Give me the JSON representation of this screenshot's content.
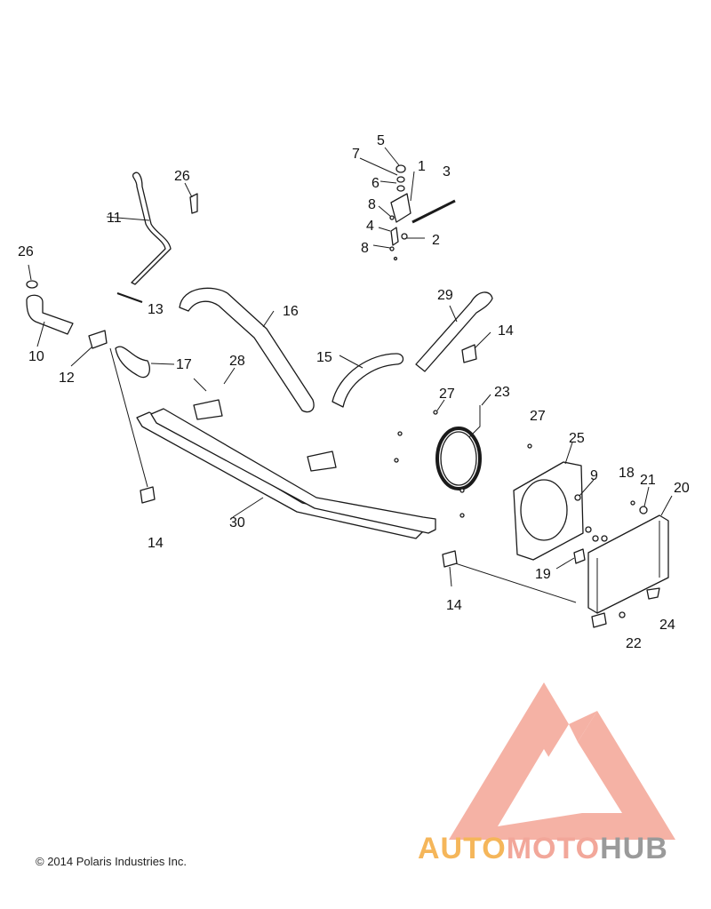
{
  "callouts": [
    {
      "label": "1"
    },
    {
      "label": "2"
    },
    {
      "label": "3"
    },
    {
      "label": "4"
    },
    {
      "label": "5"
    },
    {
      "label": "6"
    },
    {
      "label": "7"
    },
    {
      "label": "8"
    },
    {
      "label": "8"
    },
    {
      "label": "9"
    },
    {
      "label": "10"
    },
    {
      "label": "11"
    },
    {
      "label": "12"
    },
    {
      "label": "13"
    },
    {
      "label": "14"
    },
    {
      "label": "14"
    },
    {
      "label": "14"
    },
    {
      "label": "15"
    },
    {
      "label": "16"
    },
    {
      "label": "17"
    },
    {
      "label": "18"
    },
    {
      "label": "19"
    },
    {
      "label": "20"
    },
    {
      "label": "21"
    },
    {
      "label": "22"
    },
    {
      "label": "23"
    },
    {
      "label": "24"
    },
    {
      "label": "25"
    },
    {
      "label": "26"
    },
    {
      "label": "26"
    },
    {
      "label": "27"
    },
    {
      "label": "27"
    },
    {
      "label": "28"
    },
    {
      "label": "29"
    },
    {
      "label": "30"
    }
  ],
  "footer": {
    "copyright": "© 2014 Polaris Industries Inc."
  },
  "watermark": {
    "part1": "AUTO",
    "part2": "MOTO",
    "part3": "HUB",
    "colors": {
      "auto": "#f5b65a",
      "moto": "#f2a79a",
      "hub": "#9a9a9a",
      "mark": "#f4a596"
    }
  }
}
